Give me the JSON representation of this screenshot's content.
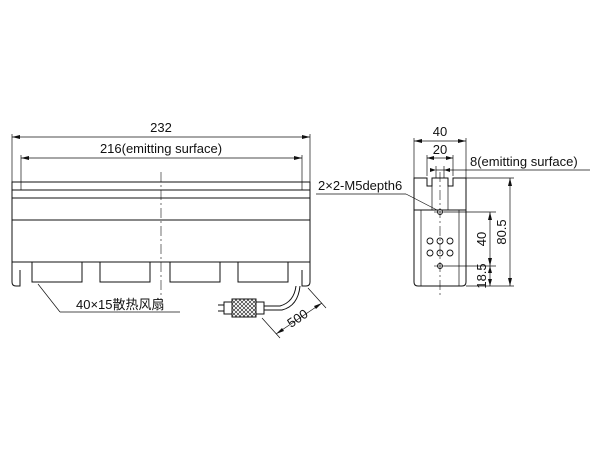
{
  "front_view": {
    "overall_length": "232",
    "emitting_length": "216(emitting surface)",
    "fan_note": "40×15散热风扇",
    "cable_length": "500"
  },
  "side_view": {
    "width": "40",
    "inner_width": "20",
    "emitting_width": "8(emitting surface)",
    "thread_note": "2×2-M5depth6",
    "hole_spacing": "40",
    "total_height": "80.5",
    "bottom_offset": "18.5"
  }
}
